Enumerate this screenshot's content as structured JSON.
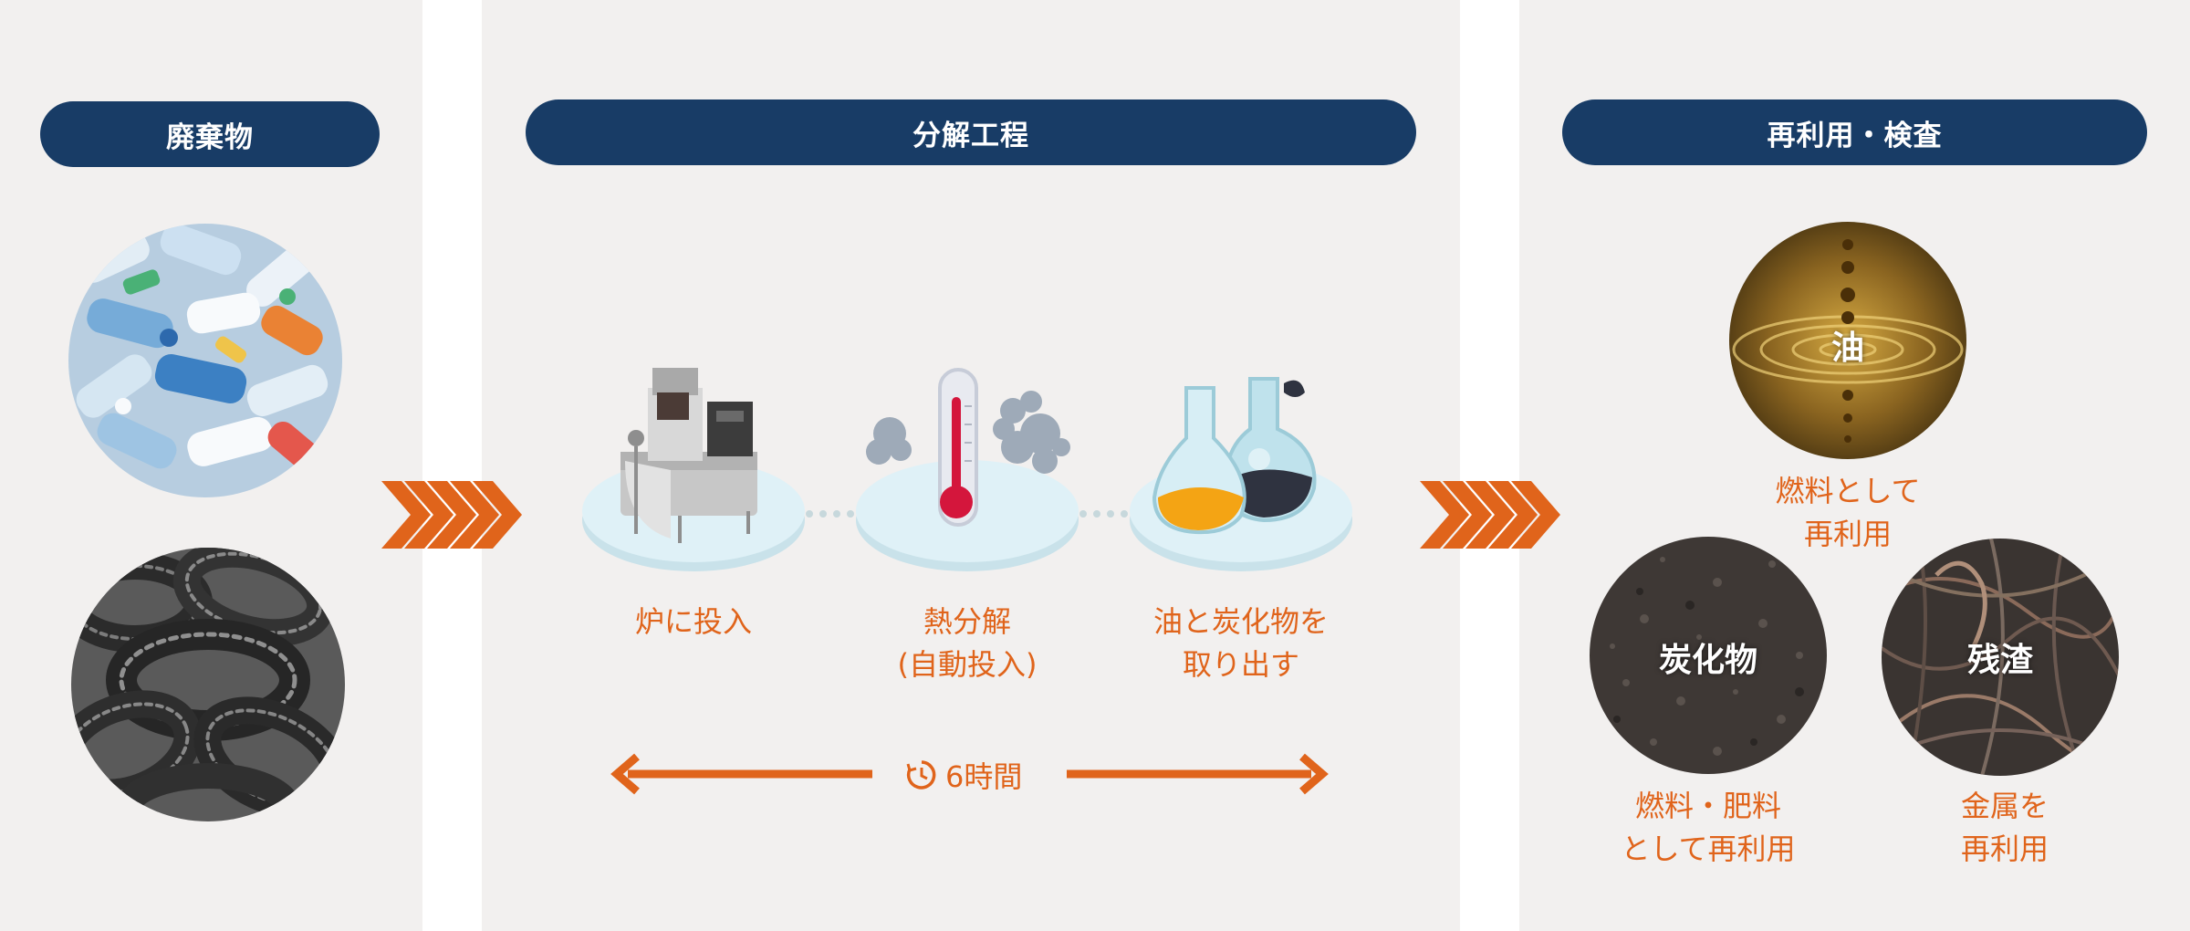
{
  "sections": {
    "waste": {
      "title": "廃棄物"
    },
    "process": {
      "title": "分解工程"
    },
    "reuse": {
      "title": "再利用・検査"
    }
  },
  "steps": [
    {
      "label_line1": "炉に投入",
      "label_line2": ""
    },
    {
      "label_line1": "熱分解",
      "label_line2": "(自動投入)"
    },
    {
      "label_line1": "油と炭化物を",
      "label_line2": "取り出す"
    }
  ],
  "duration": {
    "text": "6時間",
    "icon": "clock-icon"
  },
  "outputs": {
    "oil": {
      "name": "油",
      "desc_line1": "燃料として",
      "desc_line2": "再利用"
    },
    "char": {
      "name": "炭化物",
      "desc_line1": "燃料・肥料",
      "desc_line2": "として再利用"
    },
    "residue": {
      "name": "残渣",
      "desc_line1": "金属を",
      "desc_line2": "再利用"
    }
  },
  "colors": {
    "header": "#183c66",
    "accent": "#e0641b",
    "panel": "#f2f0ef",
    "platform": "#dff1f7"
  }
}
